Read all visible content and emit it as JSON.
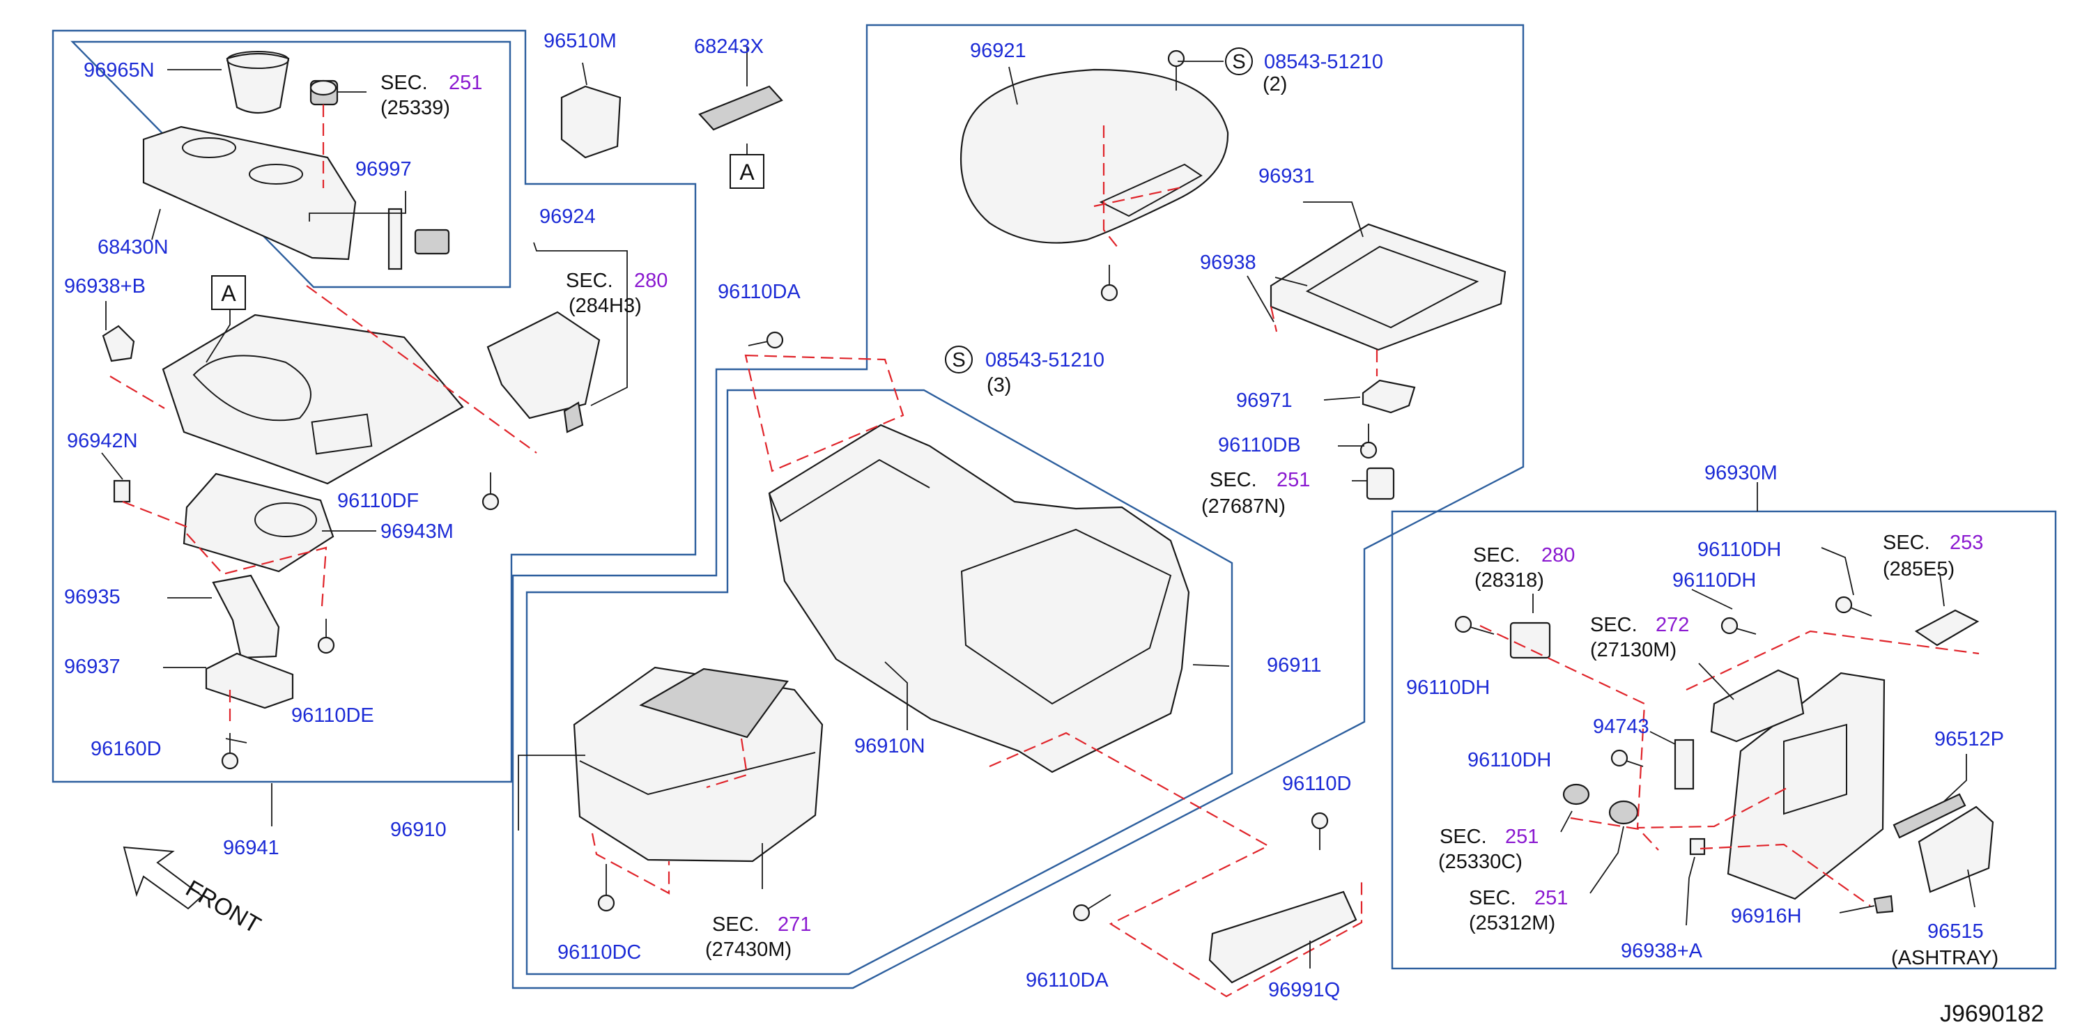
{
  "diagram_code": "J9690182",
  "front_label": "FRONT",
  "ref_marker": "A",
  "sec_prefix": "SEC.",
  "screw_marker": "S",
  "parts": {
    "p96965N": "96965N",
    "p68430N": "68430N",
    "p96938B": "96938+B",
    "p96942N": "96942N",
    "p96935": "96935",
    "p96937": "96937",
    "p96160D": "96160D",
    "p96110DE": "96110DE",
    "p96943M": "96943M",
    "p96110DF": "96110DF",
    "p96941": "96941",
    "p96997": "96997",
    "p96510M": "96510M",
    "p68243X": "68243X",
    "p96924": "96924",
    "p96110DA_a": "96110DA",
    "p96910": "96910",
    "p96110DC": "96110DC",
    "p96910N": "96910N",
    "p96911": "96911",
    "p96921": "96921",
    "p08543_a": "08543-51210",
    "q2": "(2)",
    "p08543_b": "08543-51210",
    "q3": "(3)",
    "p96931": "96931",
    "p96938": "96938",
    "p96971": "96971",
    "p96110DB": "96110DB",
    "p96110D": "96110D",
    "p96110DA_b": "96110DA",
    "p96991Q": "96991Q",
    "p96930M": "96930M",
    "p96110DH_1": "96110DH",
    "p96110DH_2": "96110DH",
    "p96110DH_3": "96110DH",
    "p96110DH_4": "96110DH",
    "p94743": "94743",
    "p96512P": "96512P",
    "p96916H": "96916H",
    "p96938A": "96938+A",
    "p96515": "96515",
    "ashtray": "(ASHTRAY)"
  },
  "sections": {
    "s25339": {
      "num": "251",
      "ref": "(25339)"
    },
    "s284H3": {
      "num": "280",
      "ref": "(284H3)"
    },
    "s27430M": {
      "num": "271",
      "ref": "(27430M)"
    },
    "s27687N": {
      "num": "251",
      "ref": "(27687N)"
    },
    "s28318": {
      "num": "280",
      "ref": "(28318)"
    },
    "s27130M": {
      "num": "272",
      "ref": "(27130M)"
    },
    "s285E5": {
      "num": "253",
      "ref": "(285E5)"
    },
    "s25330C": {
      "num": "251",
      "ref": "(25330C)"
    },
    "s25312M": {
      "num": "251",
      "ref": "(25312M)"
    }
  }
}
